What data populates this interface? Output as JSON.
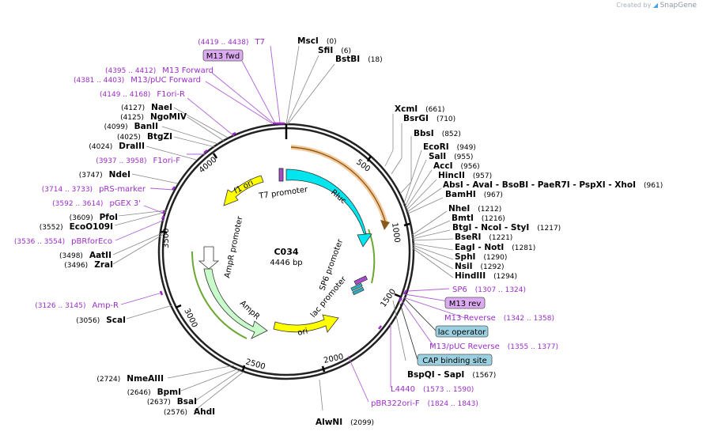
{
  "credit": {
    "prefix": "Created by",
    "brand": "SnapGene"
  },
  "plasmid": {
    "name": "C034",
    "size": "4446 bp"
  },
  "ticks": [
    "500",
    "1000",
    "1500",
    "2000",
    "2500",
    "3000",
    "3500",
    "4000"
  ],
  "features": [
    "Rluc",
    "T7 promoter",
    "f1 ori",
    "AmpR promoter",
    "AmpR",
    "ori",
    "lac promoter",
    "SP6 promoter"
  ],
  "enzymes": [
    {
      "name": "MscI",
      "pos": "(0)"
    },
    {
      "name": "SfiI",
      "pos": "(6)"
    },
    {
      "name": "BstBI",
      "pos": "(18)"
    },
    {
      "name": "XcmI",
      "pos": "(661)"
    },
    {
      "name": "BsrGI",
      "pos": "(710)"
    },
    {
      "name": "BbsI",
      "pos": "(852)"
    },
    {
      "name": "EcoRI",
      "pos": "(949)"
    },
    {
      "name": "SalI",
      "pos": "(955)"
    },
    {
      "name": "AccI",
      "pos": "(956)"
    },
    {
      "name": "HincII",
      "pos": "(957)"
    },
    {
      "name": "AbsI - AvaI - BsoBI - PaeR7I - PspXI - XhoI",
      "pos": "(961)"
    },
    {
      "name": "BamHI",
      "pos": "(967)"
    },
    {
      "name": "NheI",
      "pos": "(1212)"
    },
    {
      "name": "BmtI",
      "pos": "(1216)"
    },
    {
      "name": "BtgI - NcoI - StyI",
      "pos": "(1217)"
    },
    {
      "name": "BseRI",
      "pos": "(1221)"
    },
    {
      "name": "EagI - NotI",
      "pos": "(1281)"
    },
    {
      "name": "SphI",
      "pos": "(1290)"
    },
    {
      "name": "NsiI",
      "pos": "(1292)"
    },
    {
      "name": "HindIII",
      "pos": "(1294)"
    },
    {
      "name": "BspQI - SapI",
      "pos": "(1567)"
    },
    {
      "name": "AlwNI",
      "pos": "(2099)"
    },
    {
      "name": "AhdI",
      "pos": "(2576)"
    },
    {
      "name": "BsaI",
      "pos": "(2637)"
    },
    {
      "name": "BpmI",
      "pos": "(2646)"
    },
    {
      "name": "NmeAIII",
      "pos": "(2724)"
    },
    {
      "name": "ScaI",
      "pos": "(3056)"
    },
    {
      "name": "ZraI",
      "pos": "(3496)"
    },
    {
      "name": "AatII",
      "pos": "(3498)"
    },
    {
      "name": "EcoO109I",
      "pos": "(3552)"
    },
    {
      "name": "PfoI",
      "pos": "(3609)"
    },
    {
      "name": "NdeI",
      "pos": "(3747)"
    },
    {
      "name": "DraIII",
      "pos": "(4024)"
    },
    {
      "name": "BtgZI",
      "pos": "(4025)"
    },
    {
      "name": "BanII",
      "pos": "(4099)"
    },
    {
      "name": "NgoMIV",
      "pos": "(4125)"
    },
    {
      "name": "NaeI",
      "pos": "(4127)"
    }
  ],
  "primers": [
    {
      "name": "T7",
      "range": "(4419 .. 4438)"
    },
    {
      "name": "M13 Forward",
      "range": "(4395 .. 4412)"
    },
    {
      "name": "M13/pUC Forward",
      "range": "(4381 .. 4403)"
    },
    {
      "name": "F1ori-R",
      "range": "(4149 .. 4168)"
    },
    {
      "name": "F1ori-F",
      "range": "(3937 .. 3958)"
    },
    {
      "name": "pRS-marker",
      "range": "(3714 .. 3733)"
    },
    {
      "name": "pGEX 3'",
      "range": "(3592 .. 3614)"
    },
    {
      "name": "pBRforEco",
      "range": "(3536 .. 3554)"
    },
    {
      "name": "Amp-R",
      "range": "(3126 .. 3145)"
    },
    {
      "name": "SP6",
      "range": "(1307 .. 1324)"
    },
    {
      "name": "M13 Reverse",
      "range": "(1342 .. 1358)"
    },
    {
      "name": "M13/pUC Reverse",
      "range": "(1355 .. 1377)"
    },
    {
      "name": "L4440",
      "range": "(1573 .. 1590)"
    },
    {
      "name": "pBR322ori-F",
      "range": "(1824 .. 1843)"
    }
  ],
  "boxes": {
    "m13fwd": "M13 fwd",
    "m13rev": "M13 rev",
    "lacop": "lac operator",
    "cap": "CAP binding site"
  },
  "colors": {
    "primer": "#9a2ec6",
    "rluc": "#00e5ee",
    "ori": "#ffff00",
    "ampr": "#c9fccb",
    "f1ori": "#ffff00",
    "orf": "#f5c999",
    "box_purple": "#dcaaf0",
    "box_teal": "#9ad0e0"
  }
}
